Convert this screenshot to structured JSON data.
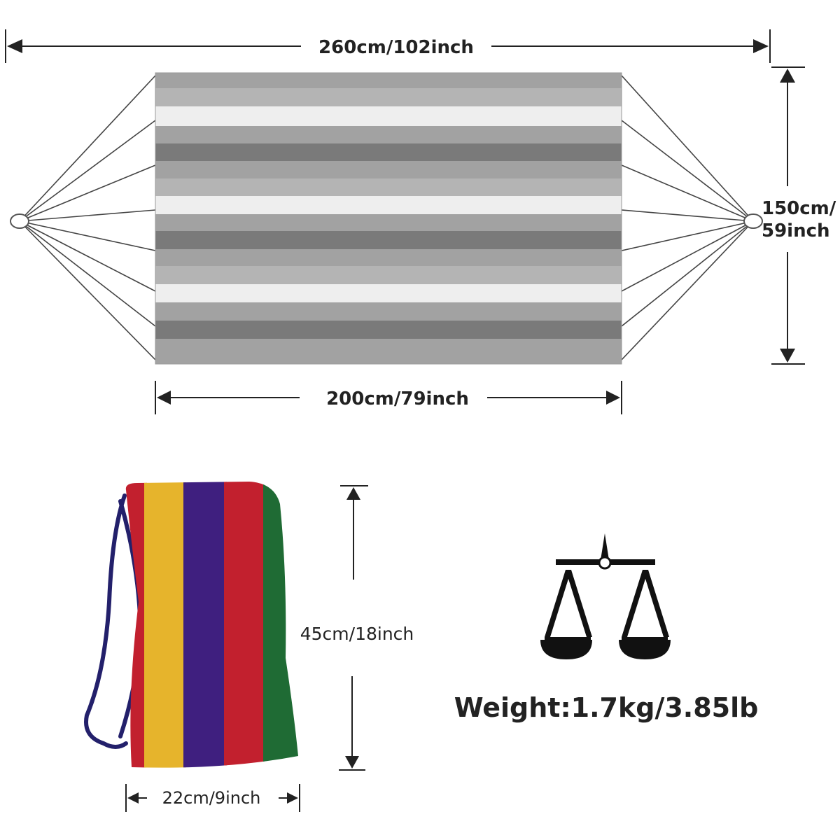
{
  "dimensions": {
    "total_length": "260cm/102inch",
    "bed_length": "200cm/79inch",
    "width_line1": "150cm/",
    "width_line2": "59inch",
    "bag_height": "45cm/18inch",
    "bag_width": "22cm/9inch"
  },
  "weight": {
    "label": "Weight:1.7kg/3.85lb",
    "icon": "balance-scale-icon"
  },
  "colors": {
    "stripe_light": "#eeeeee",
    "stripe_mid": "#b4b4b4",
    "stripe_base": "#a2a2a2",
    "stripe_dark": "#7a7a7a",
    "bag_red": "#c2202e",
    "bag_yellow": "#e6b42c",
    "bag_purple": "#3f1f7f",
    "bag_green": "#1f6b34",
    "bag_strap": "#23206b"
  }
}
